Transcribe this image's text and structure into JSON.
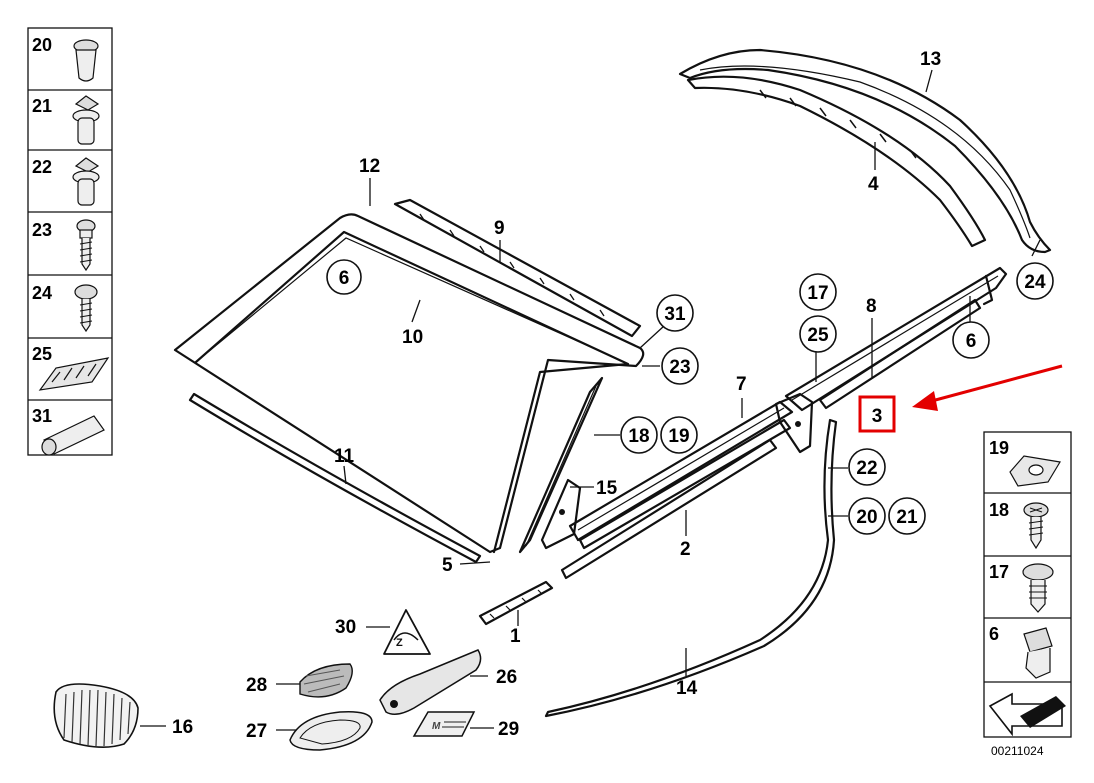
{
  "labels": {
    "l1": "1",
    "l2": "2",
    "l3": "3",
    "l4": "4",
    "l5": "5",
    "l6a": "6",
    "l6b": "6",
    "l7": "7",
    "l8": "8",
    "l9": "9",
    "l10": "10",
    "l11": "11",
    "l12": "12",
    "l13": "13",
    "l14": "14",
    "l15": "15",
    "l16": "16",
    "l17": "17",
    "l18": "18",
    "l19": "19",
    "l20": "20",
    "l21": "21",
    "l22": "22",
    "l23": "23",
    "l24": "24",
    "l25": "25",
    "l26": "26",
    "l27": "27",
    "l28": "28",
    "l29": "29",
    "l30": "30",
    "l31": "31"
  },
  "left_panel": [
    "20",
    "21",
    "22",
    "23",
    "24",
    "25",
    "31"
  ],
  "right_panel": [
    "19",
    "18",
    "17",
    "6"
  ],
  "diagram_code": "00211024",
  "highlight": {
    "label": "3",
    "color": "#e30000"
  },
  "arrow_color": "#e30000"
}
